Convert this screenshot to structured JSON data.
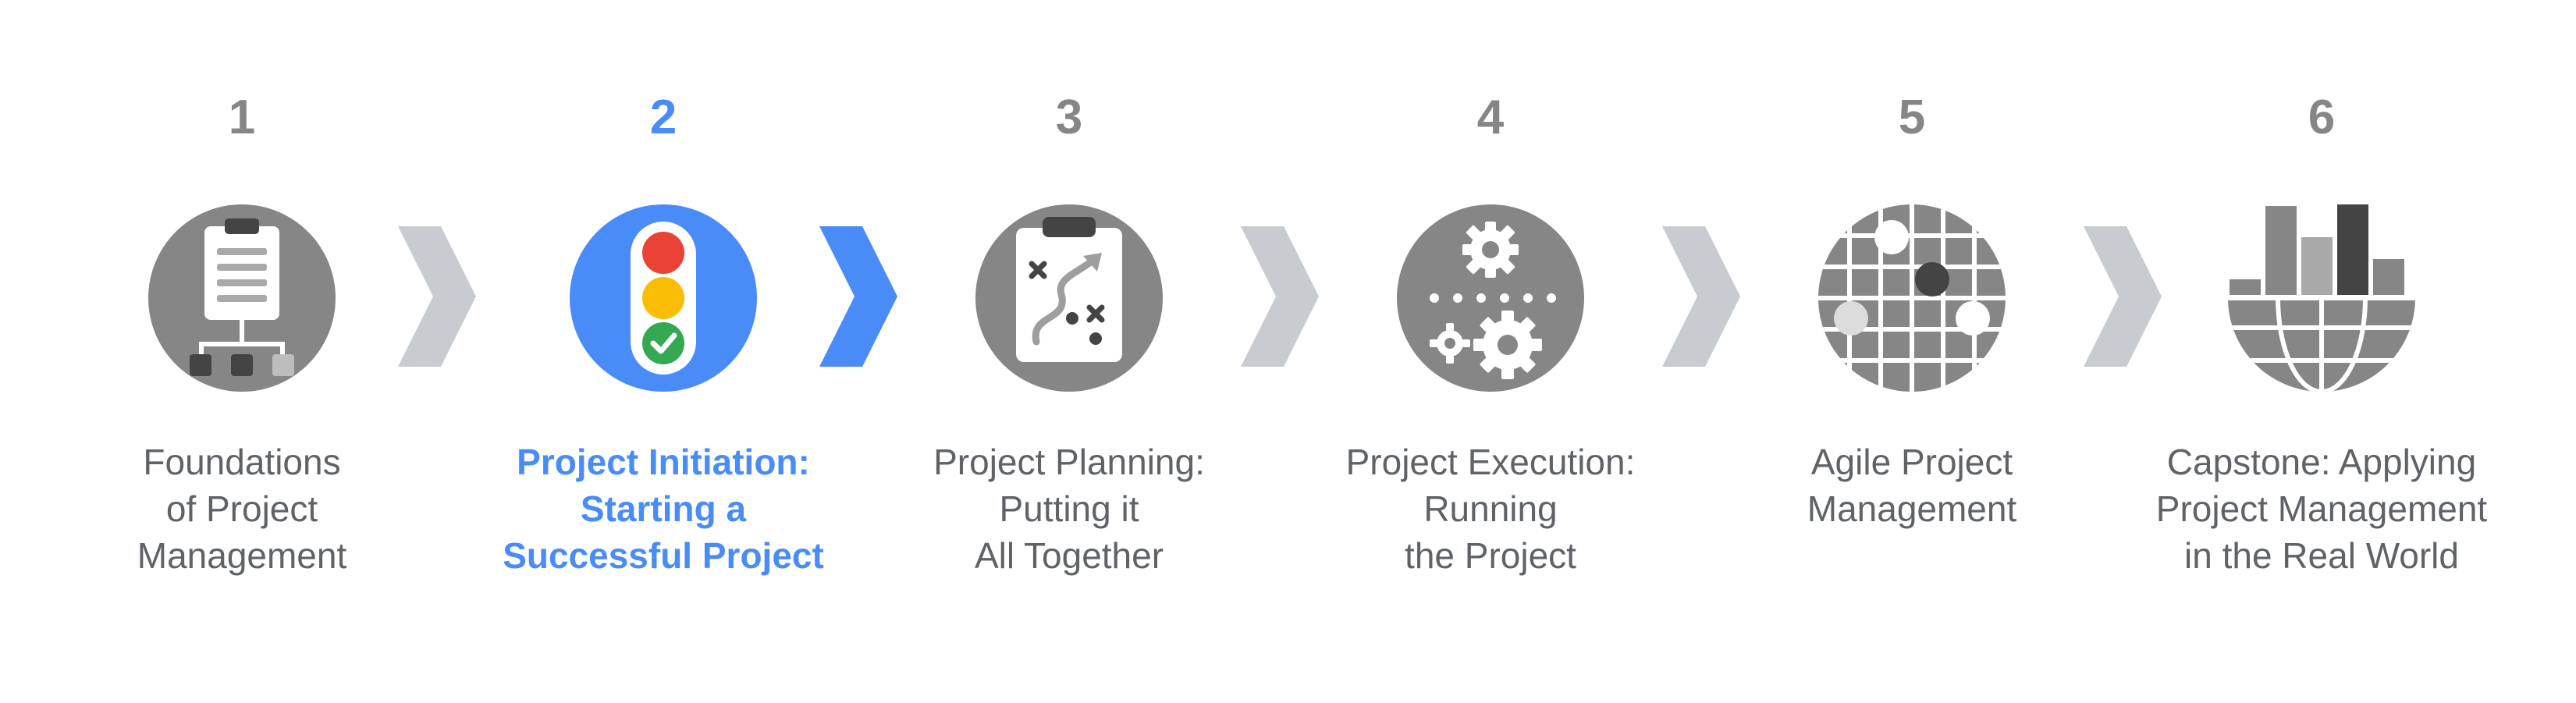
{
  "colors": {
    "inactive": "#868686",
    "active": "#4a8cf7",
    "chevron_inactive": "#c8cbcf",
    "chevron_active": "#4a8cf7"
  },
  "steps": [
    {
      "number": "1",
      "label_lines": [
        "Foundations",
        "of Project",
        "Management"
      ],
      "icon": "org-chart-clipboard-icon",
      "active": false
    },
    {
      "number": "2",
      "label_lines": [
        "Project Initiation:",
        "Starting a",
        "Successful Project"
      ],
      "icon": "traffic-light-icon",
      "active": true
    },
    {
      "number": "3",
      "label_lines": [
        "Project Planning:",
        "Putting it",
        "All Together"
      ],
      "icon": "strategy-clipboard-icon",
      "active": false
    },
    {
      "number": "4",
      "label_lines": [
        "Project Execution:",
        "Running",
        "the Project"
      ],
      "icon": "gears-icon",
      "active": false
    },
    {
      "number": "5",
      "label_lines": [
        "Agile Project",
        "Management"
      ],
      "icon": "grid-network-icon",
      "active": false
    },
    {
      "number": "6",
      "label_lines": [
        "Capstone: Applying",
        "Project Management",
        "in the Real World"
      ],
      "icon": "globe-bar-chart-icon",
      "active": false
    }
  ]
}
